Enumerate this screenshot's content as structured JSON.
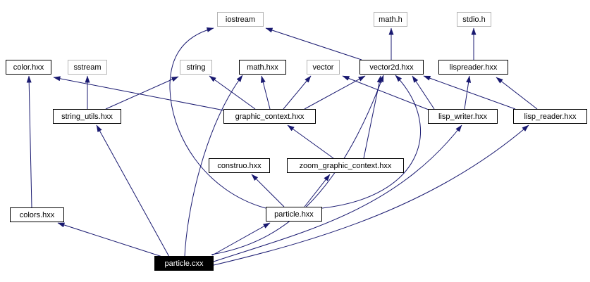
{
  "graph": {
    "kind": "include-dependency-graph",
    "root_file": "particle.cxx",
    "colors": {
      "background": "#ffffff",
      "edge": "#191970",
      "project_border": "#000000",
      "system_border": "#b4b4b4",
      "node_background": "#ffffff",
      "focus_background": "#000000",
      "focus_text": "#ffffff",
      "text": "#000000"
    },
    "nodes": [
      {
        "id": "iostream",
        "label": "iostream",
        "kind": "system"
      },
      {
        "id": "math-h",
        "label": "math.h",
        "kind": "system"
      },
      {
        "id": "stdio-h",
        "label": "stdio.h",
        "kind": "system"
      },
      {
        "id": "color-hxx",
        "label": "color.hxx",
        "kind": "project"
      },
      {
        "id": "sstream",
        "label": "sstream",
        "kind": "system"
      },
      {
        "id": "string",
        "label": "string",
        "kind": "system"
      },
      {
        "id": "math-hxx",
        "label": "math.hxx",
        "kind": "project"
      },
      {
        "id": "vector",
        "label": "vector",
        "kind": "system"
      },
      {
        "id": "vector2d-hxx",
        "label": "vector2d.hxx",
        "kind": "project"
      },
      {
        "id": "lispreader-hxx",
        "label": "lispreader.hxx",
        "kind": "project"
      },
      {
        "id": "string-utils-hxx",
        "label": "string_utils.hxx",
        "kind": "project"
      },
      {
        "id": "graphic-context-hxx",
        "label": "graphic_context.hxx",
        "kind": "project"
      },
      {
        "id": "lisp-writer-hxx",
        "label": "lisp_writer.hxx",
        "kind": "project"
      },
      {
        "id": "lisp-reader-hxx",
        "label": "lisp_reader.hxx",
        "kind": "project"
      },
      {
        "id": "construo-hxx",
        "label": "construo.hxx",
        "kind": "project"
      },
      {
        "id": "zoom-graphic-context-hxx",
        "label": "zoom_graphic_context.hxx",
        "kind": "project"
      },
      {
        "id": "colors-hxx",
        "label": "colors.hxx",
        "kind": "project"
      },
      {
        "id": "particle-hxx",
        "label": "particle.hxx",
        "kind": "project"
      },
      {
        "id": "particle-cxx",
        "label": "particle.cxx",
        "kind": "focus"
      }
    ],
    "edges": [
      {
        "from": "particle-cxx",
        "to": "colors-hxx"
      },
      {
        "from": "particle-cxx",
        "to": "string-utils-hxx"
      },
      {
        "from": "particle-cxx",
        "to": "math-hxx"
      },
      {
        "from": "particle-cxx",
        "to": "particle-hxx"
      },
      {
        "from": "particle-cxx",
        "to": "vector2d-hxx"
      },
      {
        "from": "particle-cxx",
        "to": "lisp-writer-hxx"
      },
      {
        "from": "particle-cxx",
        "to": "lisp-reader-hxx"
      },
      {
        "from": "particle-hxx",
        "to": "construo-hxx"
      },
      {
        "from": "particle-hxx",
        "to": "zoom-graphic-context-hxx"
      },
      {
        "from": "particle-hxx",
        "to": "vector2d-hxx"
      },
      {
        "from": "particle-hxx",
        "to": "iostream"
      },
      {
        "from": "zoom-graphic-context-hxx",
        "to": "graphic-context-hxx"
      },
      {
        "from": "zoom-graphic-context-hxx",
        "to": "vector2d-hxx"
      },
      {
        "from": "graphic-context-hxx",
        "to": "color-hxx"
      },
      {
        "from": "graphic-context-hxx",
        "to": "string"
      },
      {
        "from": "graphic-context-hxx",
        "to": "math-hxx"
      },
      {
        "from": "graphic-context-hxx",
        "to": "vector"
      },
      {
        "from": "graphic-context-hxx",
        "to": "vector2d-hxx"
      },
      {
        "from": "string-utils-hxx",
        "to": "sstream"
      },
      {
        "from": "string-utils-hxx",
        "to": "string"
      },
      {
        "from": "colors-hxx",
        "to": "color-hxx"
      },
      {
        "from": "vector2d-hxx",
        "to": "math-h"
      },
      {
        "from": "vector2d-hxx",
        "to": "iostream"
      },
      {
        "from": "lispreader-hxx",
        "to": "stdio-h"
      },
      {
        "from": "lisp-writer-hxx",
        "to": "lispreader-hxx"
      },
      {
        "from": "lisp-writer-hxx",
        "to": "vector"
      },
      {
        "from": "lisp-writer-hxx",
        "to": "vector2d-hxx"
      },
      {
        "from": "lisp-reader-hxx",
        "to": "lispreader-hxx"
      },
      {
        "from": "lisp-reader-hxx",
        "to": "vector2d-hxx"
      }
    ]
  }
}
